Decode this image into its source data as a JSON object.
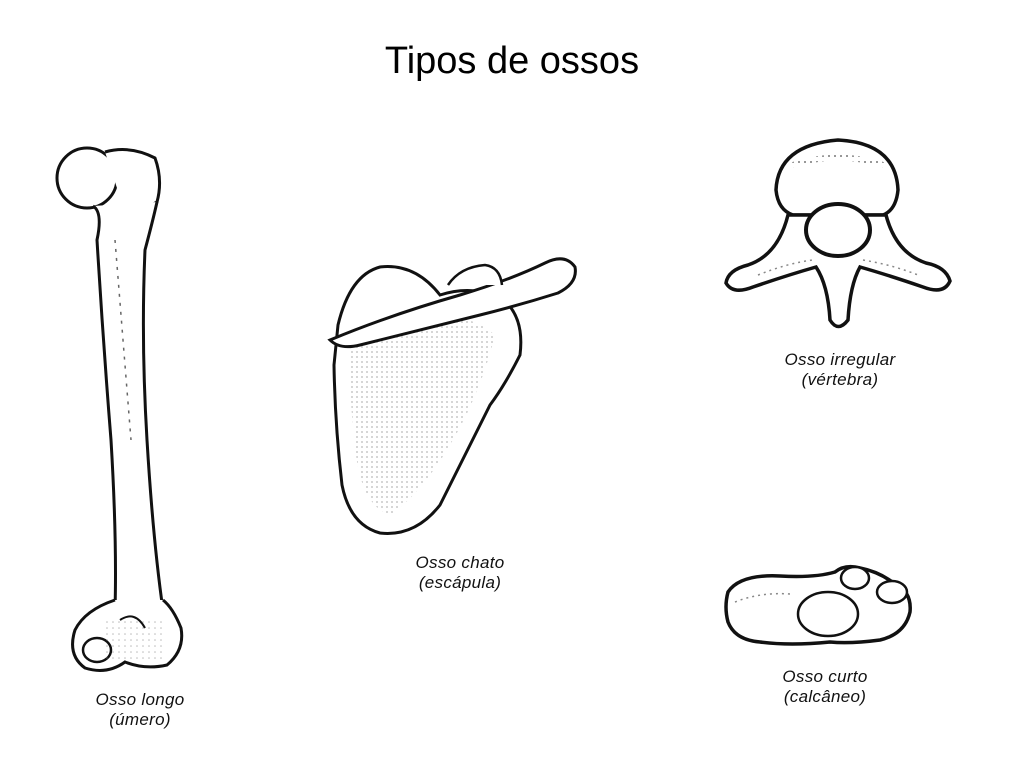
{
  "slide": {
    "title": "Tipos de ossos"
  },
  "bones": [
    {
      "id": "humerus",
      "type": "Osso longo",
      "example": "(úmero)",
      "icon": "humerus-illustration"
    },
    {
      "id": "scapula",
      "type": "Osso chato",
      "example": "(escápula)",
      "icon": "scapula-illustration"
    },
    {
      "id": "vertebra",
      "type": "Osso irregular",
      "example": "(vértebra)",
      "icon": "vertebra-illustration"
    },
    {
      "id": "calcaneus",
      "type": "Osso curto",
      "example": "(calcâneo)",
      "icon": "calcaneus-illustration"
    }
  ],
  "colors": {
    "ink": "#111111",
    "paper": "#ffffff",
    "shade": "#9a9a9a"
  }
}
